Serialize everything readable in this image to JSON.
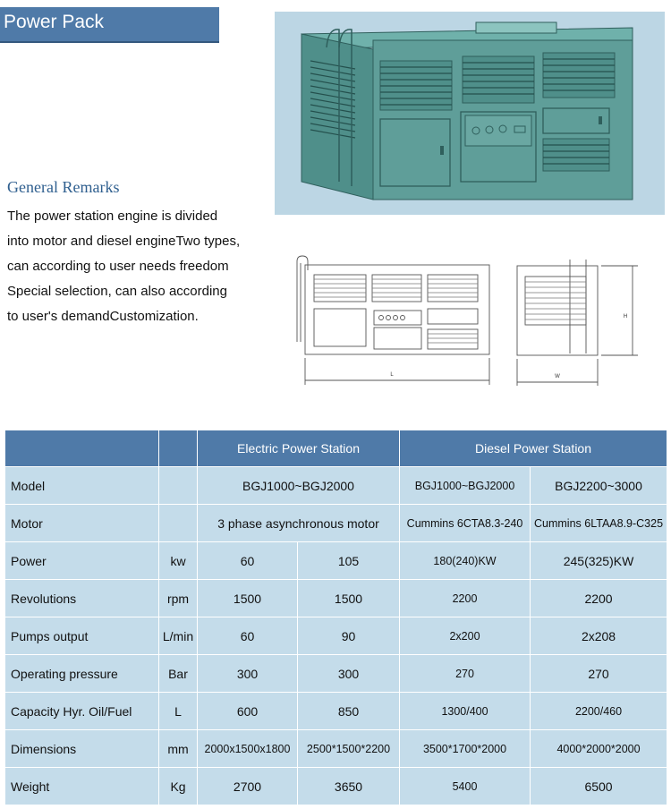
{
  "header": {
    "title": "Power Pack"
  },
  "remarks": {
    "title": "General Remarks",
    "lines": [
      "The power station engine is divided",
      "into motor and diesel engineTwo types,",
      "can according to user needs freedom",
      "Special selection, can also according",
      "to user's demandCustomization."
    ]
  },
  "drawing": {
    "length_label": "L",
    "width_label": "W",
    "height_label": "H"
  },
  "colors": {
    "header": "#4f7aa8",
    "cell": "#c4dcea",
    "housing": "#5f9e99",
    "render_bg": "#bcd6e4"
  },
  "table": {
    "header": {
      "electric": "Electric Power Station",
      "diesel": "Diesel Power Station"
    },
    "rows": {
      "model": {
        "label": "Model",
        "electric": "BGJ1000~BGJ2000",
        "d1": "BGJ1000~BGJ2000",
        "d2": "BGJ2200~3000"
      },
      "motor": {
        "label": "Motor",
        "electric": "3 phase asynchronous motor",
        "d1": "Cummins 6CTA8.3-240",
        "d2": "Cummins 6LTAA8.9-C325"
      },
      "power": {
        "label": "Power",
        "unit": "kw",
        "e1": "60",
        "e2": "105",
        "d1": "180(240)KW",
        "d2": "245(325)KW"
      },
      "revolutions": {
        "label": "Revolutions",
        "unit": "rpm",
        "e1": "1500",
        "e2": "1500",
        "d1": "2200",
        "d2": "2200"
      },
      "pumps": {
        "label": "Pumps output",
        "unit": "L/min",
        "e1": "60",
        "e2": "90",
        "d1": "2x200",
        "d2": "2x208"
      },
      "pressure": {
        "label": "Operating pressure",
        "unit": "Bar",
        "e1": "300",
        "e2": "300",
        "d1": "270",
        "d2": "270"
      },
      "capacity": {
        "label": "Capacity Hyr. Oil/Fuel",
        "unit": "L",
        "e1": "600",
        "e2": "850",
        "d1": "1300/400",
        "d2": "2200/460"
      },
      "dimensions": {
        "label": "Dimensions",
        "unit": "mm",
        "e1": "2000x1500x1800",
        "e2": "2500*1500*2200",
        "d1": "3500*1700*2000",
        "d2": "4000*2000*2000"
      },
      "weight": {
        "label": "Weight",
        "unit": "Kg",
        "e1": "2700",
        "e2": "3650",
        "d1": "5400",
        "d2": "6500"
      }
    }
  }
}
